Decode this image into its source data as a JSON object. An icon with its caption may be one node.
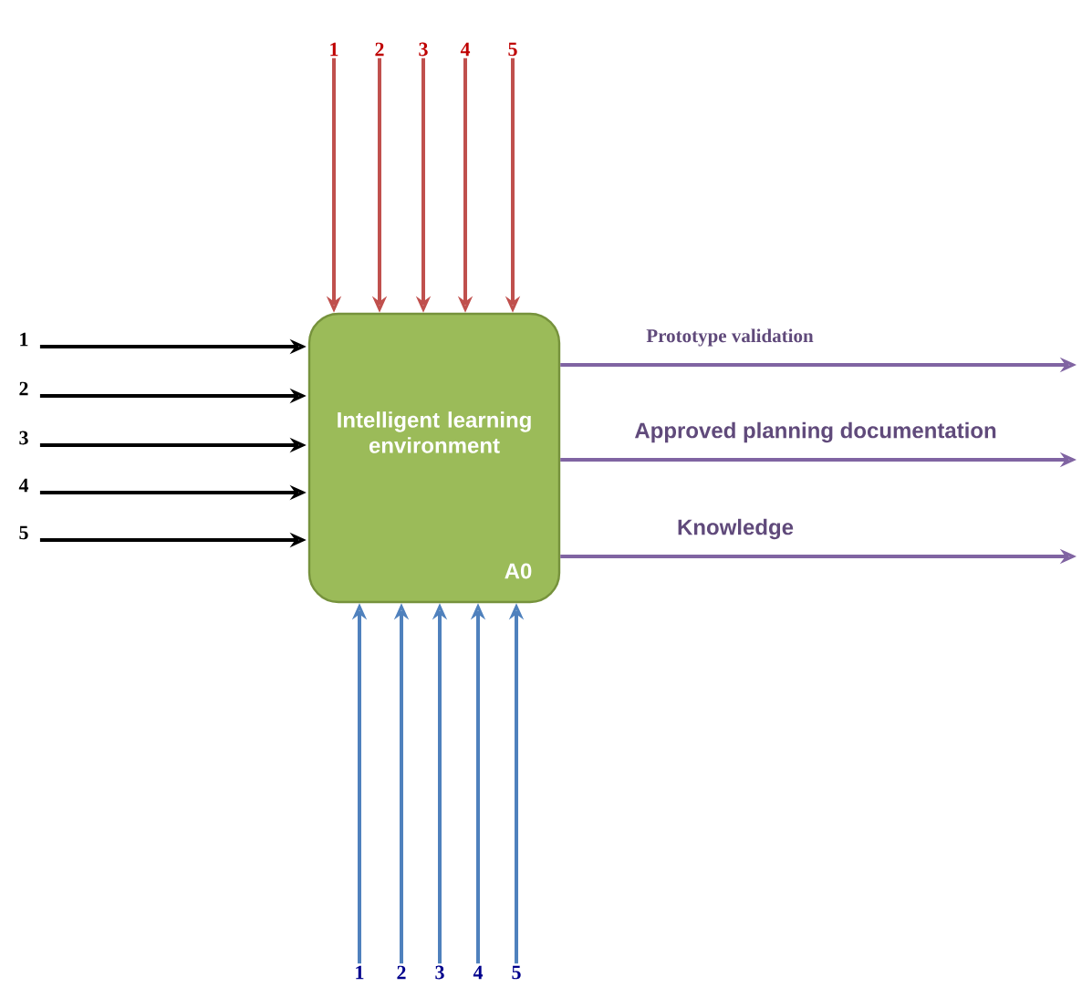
{
  "diagram": {
    "nodes": [
      {
        "text": [
          "Intelligent learning environment",
          "A0"
        ]
      },
      {
        "text": [
          "1"
        ]
      },
      {
        "text": [
          "2"
        ]
      },
      {
        "text": [
          "3"
        ]
      },
      {
        "text": [
          "4"
        ]
      },
      {
        "text": [
          "5"
        ]
      },
      {
        "text": [
          "1"
        ]
      },
      {
        "text": [
          "2"
        ]
      },
      {
        "text": [
          "3"
        ]
      },
      {
        "text": [
          "4"
        ]
      },
      {
        "text": [
          "5"
        ]
      },
      {
        "text": [
          "1"
        ]
      },
      {
        "text": [
          "2"
        ]
      },
      {
        "text": [
          "3"
        ]
      },
      {
        "text": [
          "4"
        ]
      },
      {
        "text": [
          "5"
        ]
      }
    ],
    "edges": [
      {
        "from": 1,
        "to": 0,
        "arrow": "to"
      },
      {
        "from": 2,
        "to": 0,
        "arrow": "to"
      },
      {
        "from": 3,
        "to": 0,
        "arrow": "to"
      },
      {
        "from": 4,
        "to": 0,
        "arrow": "to"
      },
      {
        "from": 5,
        "to": 0,
        "arrow": "to"
      },
      {
        "from": 6,
        "to": 0,
        "arrow": "to",
        "color": "#c0504d"
      },
      {
        "from": 7,
        "to": 0,
        "arrow": "to",
        "color": "#c0504d"
      },
      {
        "from": 8,
        "to": 0,
        "arrow": "to",
        "color": "#c0504d"
      },
      {
        "from": 9,
        "to": 0,
        "arrow": "to",
        "color": "#c0504d"
      },
      {
        "from": 10,
        "to": 0,
        "arrow": "to",
        "color": "#c0504d"
      },
      {
        "from": 11,
        "to": 0,
        "arrow": "to",
        "color": "#4f81bd"
      },
      {
        "from": 12,
        "to": 0,
        "arrow": "to",
        "color": "#4f81bd"
      },
      {
        "from": 13,
        "to": 0,
        "arrow": "to",
        "color": "#4f81bd"
      },
      {
        "from": 14,
        "to": 0,
        "arrow": "to",
        "color": "#4f81bd"
      },
      {
        "from": 15,
        "to": 0,
        "arrow": "to",
        "color": "#4f81bd"
      },
      {
        "from": 0,
        "to": null,
        "arrow": "to",
        "label": "Prototype validation",
        "color": "#8064a2"
      },
      {
        "from": 0,
        "to": null,
        "arrow": "to",
        "label": "Approved planning documentation",
        "color": "#8064a2"
      },
      {
        "from": 0,
        "to": null,
        "arrow": "to",
        "label": "Knowledge",
        "color": "#8064a2"
      }
    ]
  }
}
